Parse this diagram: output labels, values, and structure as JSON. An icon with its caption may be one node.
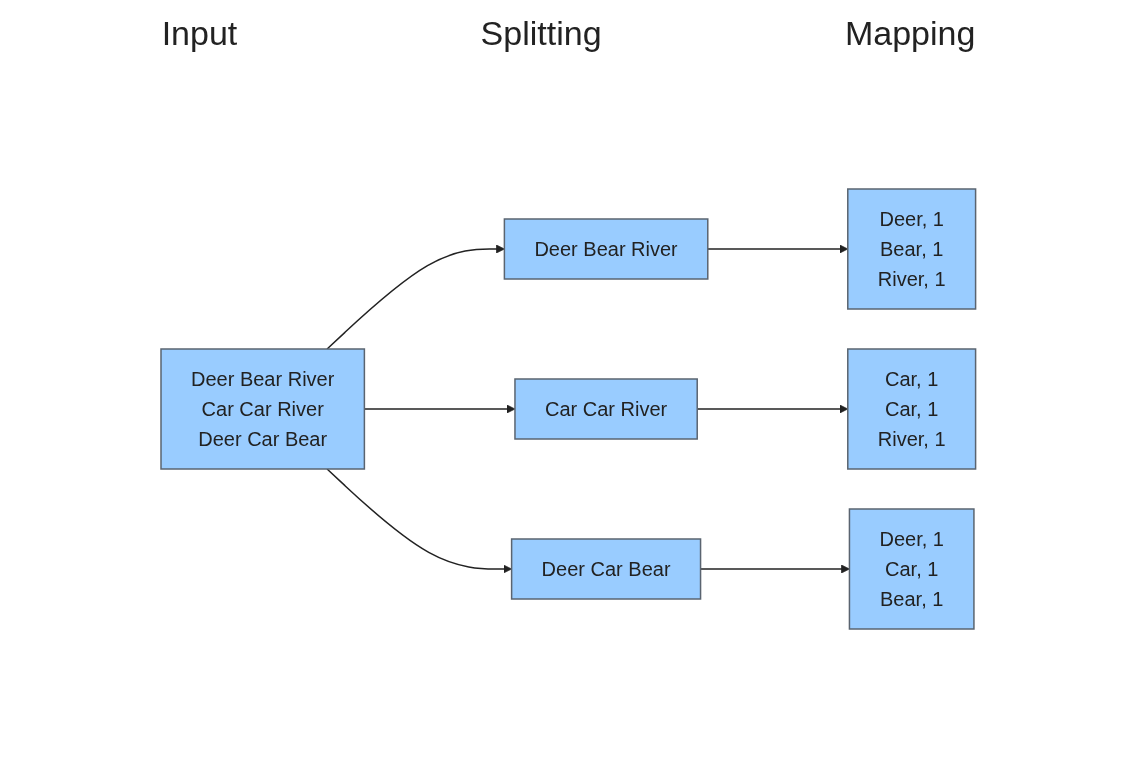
{
  "diagram": {
    "nodes": [
      {
        "text": [
          "Deer Bear River",
          "Car Car River",
          "Deer Car Bear"
        ]
      },
      {
        "text": [
          "Deer Bear River"
        ]
      },
      {
        "text": [
          "Car Car River"
        ]
      },
      {
        "text": [
          "Deer Car Bear"
        ]
      },
      {
        "text": [
          "Deer, 1",
          "Bear, 1",
          "River, 1"
        ]
      },
      {
        "text": [
          "Car, 1",
          "Car, 1",
          "River, 1"
        ]
      },
      {
        "text": [
          "Deer, 1",
          "Car, 1",
          "Bear, 1"
        ]
      }
    ],
    "edges": [
      {
        "from": 0,
        "to": 1,
        "arrow": "to"
      },
      {
        "from": 0,
        "to": 2,
        "arrow": "to"
      },
      {
        "from": 0,
        "to": 3,
        "arrow": "to"
      },
      {
        "from": 1,
        "to": 4,
        "arrow": "to"
      },
      {
        "from": 2,
        "to": 5,
        "arrow": "to"
      },
      {
        "from": 3,
        "to": 6,
        "arrow": "to"
      }
    ],
    "labels": [
      "Input",
      "Splitting",
      "Mapping"
    ]
  }
}
